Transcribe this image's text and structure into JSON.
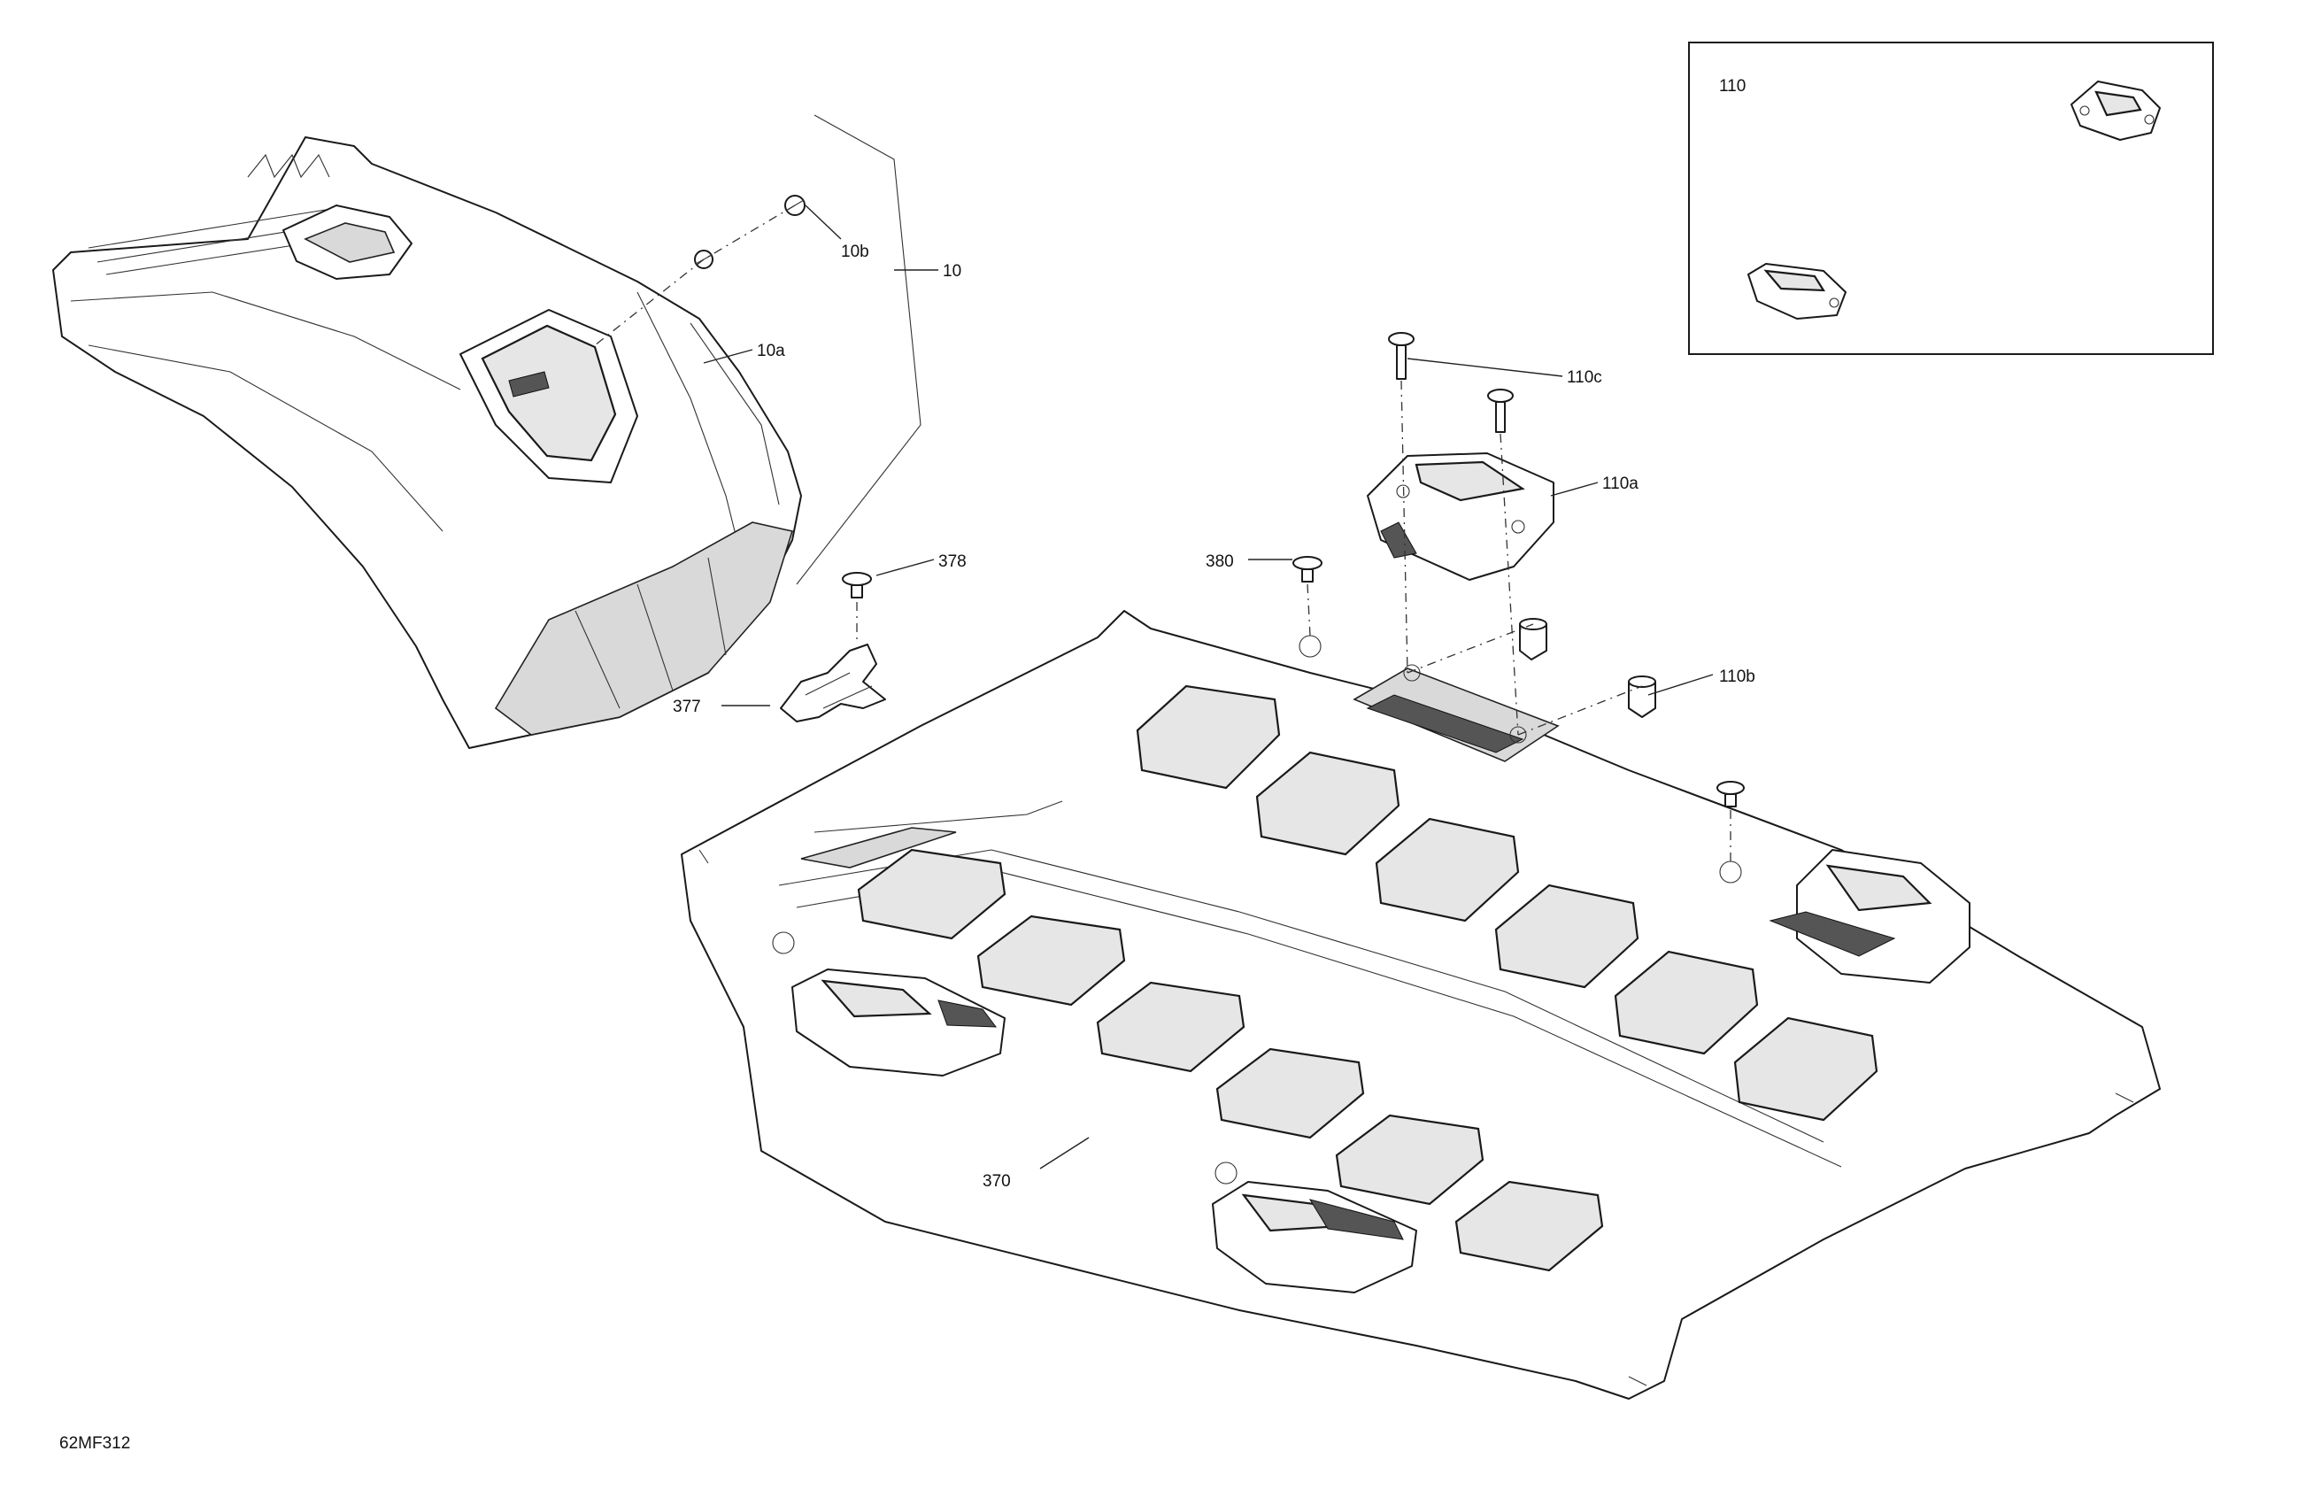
{
  "drawing_code": "62MF312",
  "callouts": {
    "c10": "10",
    "c10a": "10a",
    "c10b": "10b",
    "c110": "110",
    "c110a": "110a",
    "c110b": "110b",
    "c110c": "110c",
    "c370": "370",
    "c377": "377",
    "c378": "378",
    "c380": "380"
  },
  "colors": {
    "line": "#1a1a1a",
    "shade": "#d9d9d9",
    "background": "#ffffff"
  }
}
